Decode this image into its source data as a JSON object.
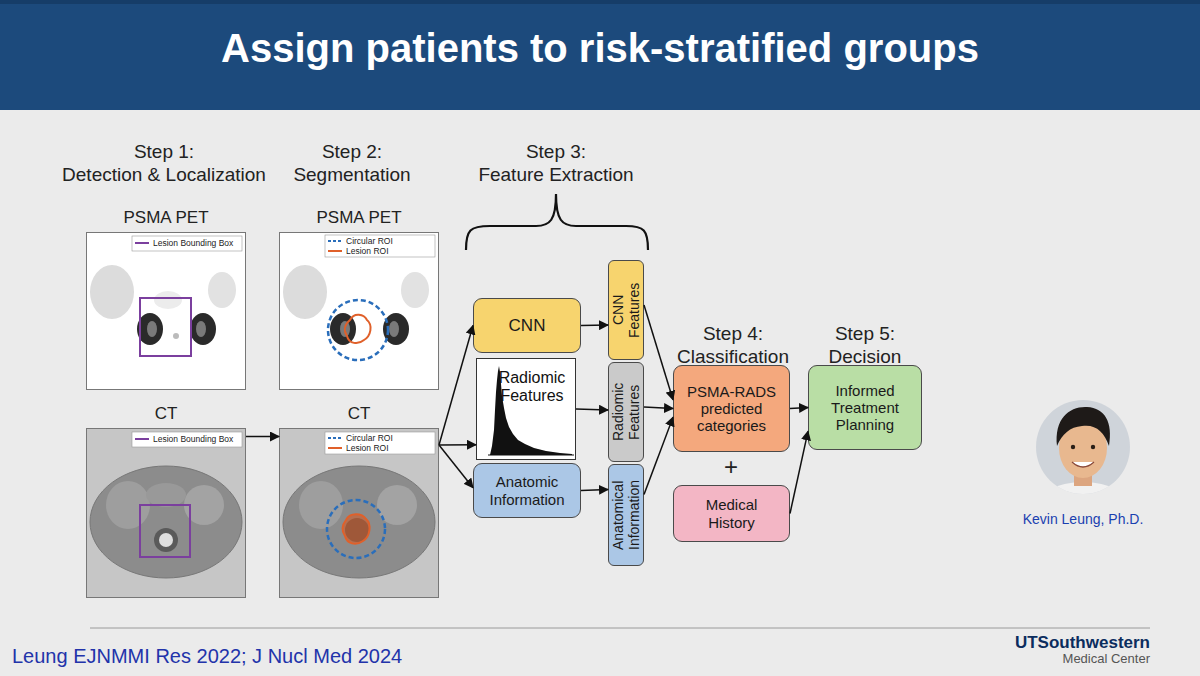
{
  "diagram": {
    "title": "Assign patients to risk-stratified groups",
    "nodes": [
      {
        "text": [
          "PSMA PET"
        ]
      },
      {
        "text": [
          "CT"
        ]
      },
      {
        "text": [
          "PSMA PET"
        ]
      },
      {
        "text": [
          "CT"
        ]
      },
      {
        "text": [
          "CNN"
        ]
      },
      {
        "text": [
          "Radiomic Features"
        ]
      },
      {
        "text": [
          "Anatomic Information"
        ]
      },
      {
        "text": [
          "CNN Features"
        ]
      },
      {
        "text": [
          "Radiomic Features"
        ]
      },
      {
        "text": [
          "Anatomical Information"
        ]
      },
      {
        "text": [
          "PSMA-RADS predicted categories"
        ]
      },
      {
        "text": [
          "Medical History"
        ]
      },
      {
        "text": [
          "Informed Treatment Planning"
        ]
      }
    ],
    "edges": [
      {
        "from": 1,
        "to": 3,
        "arrow": "to"
      },
      {
        "from": 3,
        "to": 4,
        "arrow": "to"
      },
      {
        "from": 3,
        "to": 5,
        "arrow": "to"
      },
      {
        "from": 3,
        "to": 6,
        "arrow": "to"
      },
      {
        "from": 4,
        "to": 7,
        "arrow": "to"
      },
      {
        "from": 5,
        "to": 8,
        "arrow": "to"
      },
      {
        "from": 6,
        "to": 9,
        "arrow": "to"
      },
      {
        "from": 7,
        "to": 10,
        "arrow": "to"
      },
      {
        "from": 8,
        "to": 10,
        "arrow": "to"
      },
      {
        "from": 9,
        "to": 10,
        "arrow": "to"
      },
      {
        "from": 10,
        "to": 12,
        "arrow": "to"
      },
      {
        "from": 11,
        "to": 12,
        "arrow": "to"
      }
    ],
    "labels": [
      "Step 1: Detection & Localization",
      "Step 2: Segmentation",
      "Step 3: Feature Extraction",
      "Step 4: Classification",
      "Step 5: Decision",
      "+",
      "Kevin Leung, Ph.D.",
      "Leung EJNMMI Res 2022; J Nucl Med 2024",
      "UTSouthwestern",
      "Medical Center"
    ],
    "legend": [
      {
        "text": "Lesion Bounding Box"
      },
      {
        "text": "Lesion Bounding Box"
      },
      {
        "text": "Circular ROI"
      },
      {
        "text": "Lesion ROI"
      },
      {
        "text": "Circular ROI"
      },
      {
        "text": "Lesion ROI"
      }
    ]
  }
}
